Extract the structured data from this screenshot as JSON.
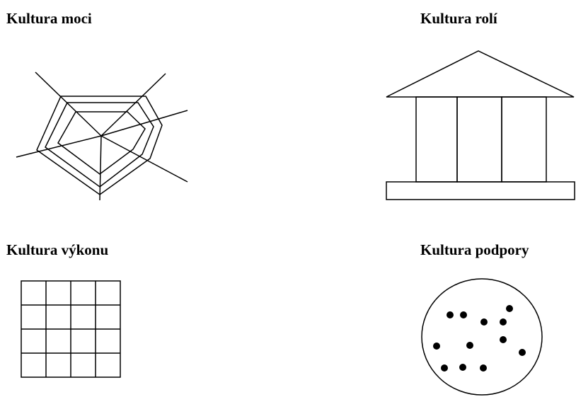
{
  "panels": {
    "power": {
      "title": "Kultura moci",
      "symbol": "spider-web"
    },
    "role": {
      "title": "Kultura rolí",
      "symbol": "greek-temple"
    },
    "task": {
      "title": "Kultura výkonu",
      "symbol": "grid-net"
    },
    "person": {
      "title": "Kultura podpory",
      "symbol": "cluster-circle"
    }
  },
  "colors": {
    "ink": "#000000",
    "paper": "#ffffff"
  }
}
